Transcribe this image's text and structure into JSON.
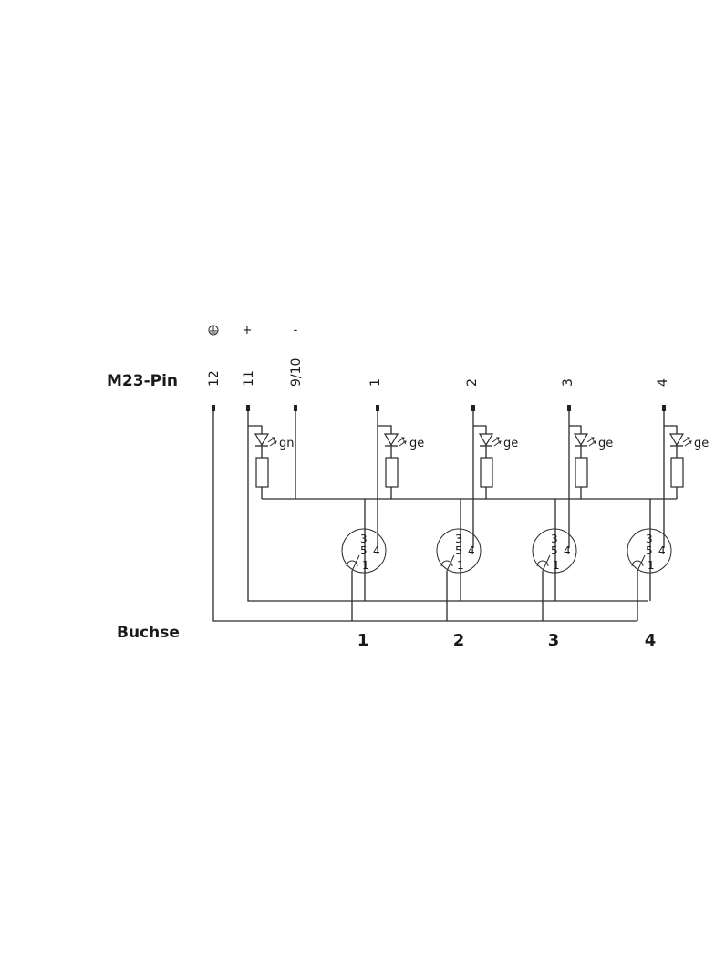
{
  "labels": {
    "m23_pin": "M23-Pin",
    "buchse": "Buchse"
  },
  "supply": {
    "plus": "+",
    "minus": "-",
    "pin_ground": "12",
    "pin_plus": "11",
    "pin_minus": "9/10",
    "led_color": "gn"
  },
  "channels": [
    {
      "pin": "1",
      "led_color": "ge",
      "socket": "1"
    },
    {
      "pin": "2",
      "led_color": "ge",
      "socket": "2"
    },
    {
      "pin": "3",
      "led_color": "ge",
      "socket": "3"
    },
    {
      "pin": "4",
      "led_color": "ge",
      "socket": "4"
    }
  ],
  "socket_pins": {
    "p3": "3",
    "p5": "5",
    "p4": "4",
    "p1": "1"
  }
}
